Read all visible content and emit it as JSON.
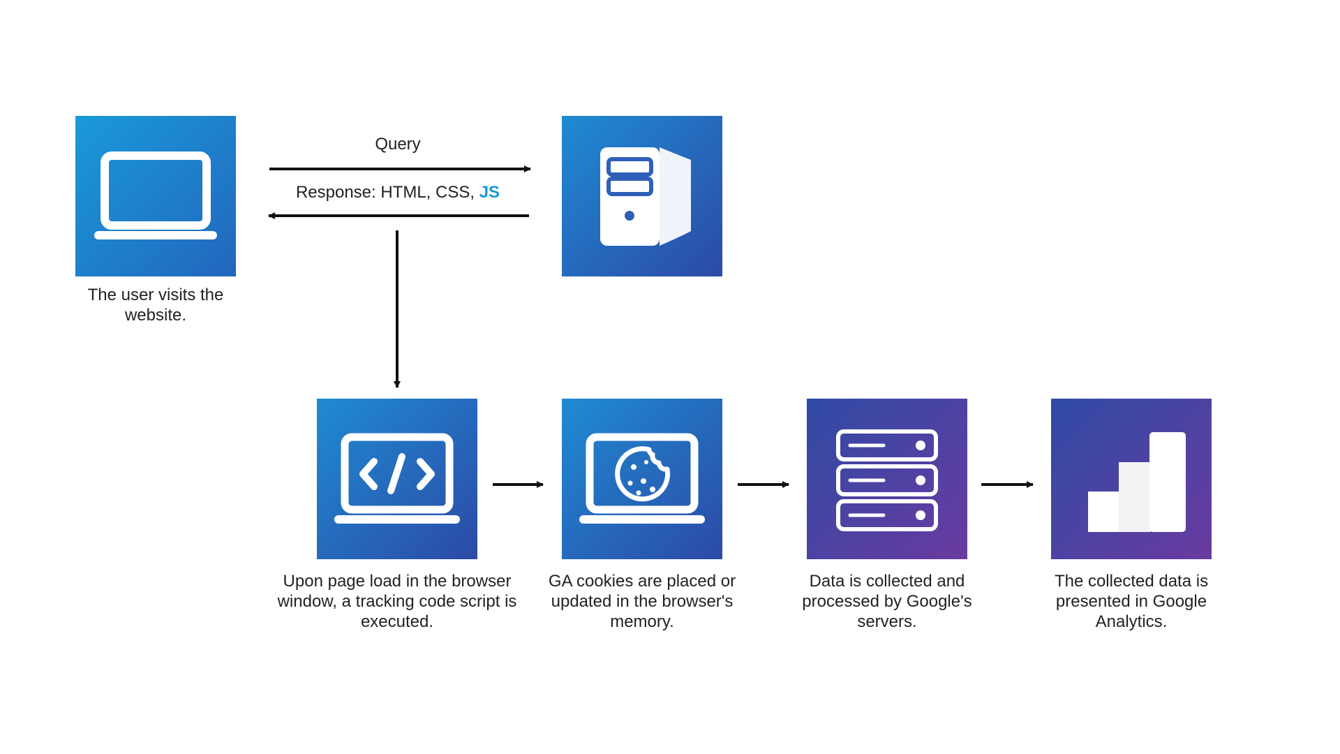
{
  "nodes": {
    "user": {
      "caption": "The user visits the website.",
      "icon": "laptop-icon"
    },
    "server": {
      "caption": "",
      "icon": "server-tower-icon"
    },
    "script": {
      "caption": "Upon page load in the browser window, a tracking code script is executed.",
      "icon": "code-laptop-icon"
    },
    "cookies": {
      "caption": "GA cookies are placed or updated in the browser's memory.",
      "icon": "cookie-laptop-icon"
    },
    "google": {
      "caption": "Data is collected and processed by Google's servers.",
      "icon": "server-rack-icon"
    },
    "analytics": {
      "caption": "The collected data is presented in Google Analytics.",
      "icon": "analytics-steps-icon"
    }
  },
  "edges": {
    "query": {
      "label": "Query"
    },
    "response": {
      "label_prefix": "Response: HTML, CSS, ",
      "label_js": "JS"
    }
  },
  "colors": {
    "tile_blue": "#1a9ad9",
    "tile_deep_blue": "#2c4aa6",
    "tile_purple": "#6a3aa0",
    "js_accent": "#1a9ad9",
    "arrow": "#111111"
  }
}
